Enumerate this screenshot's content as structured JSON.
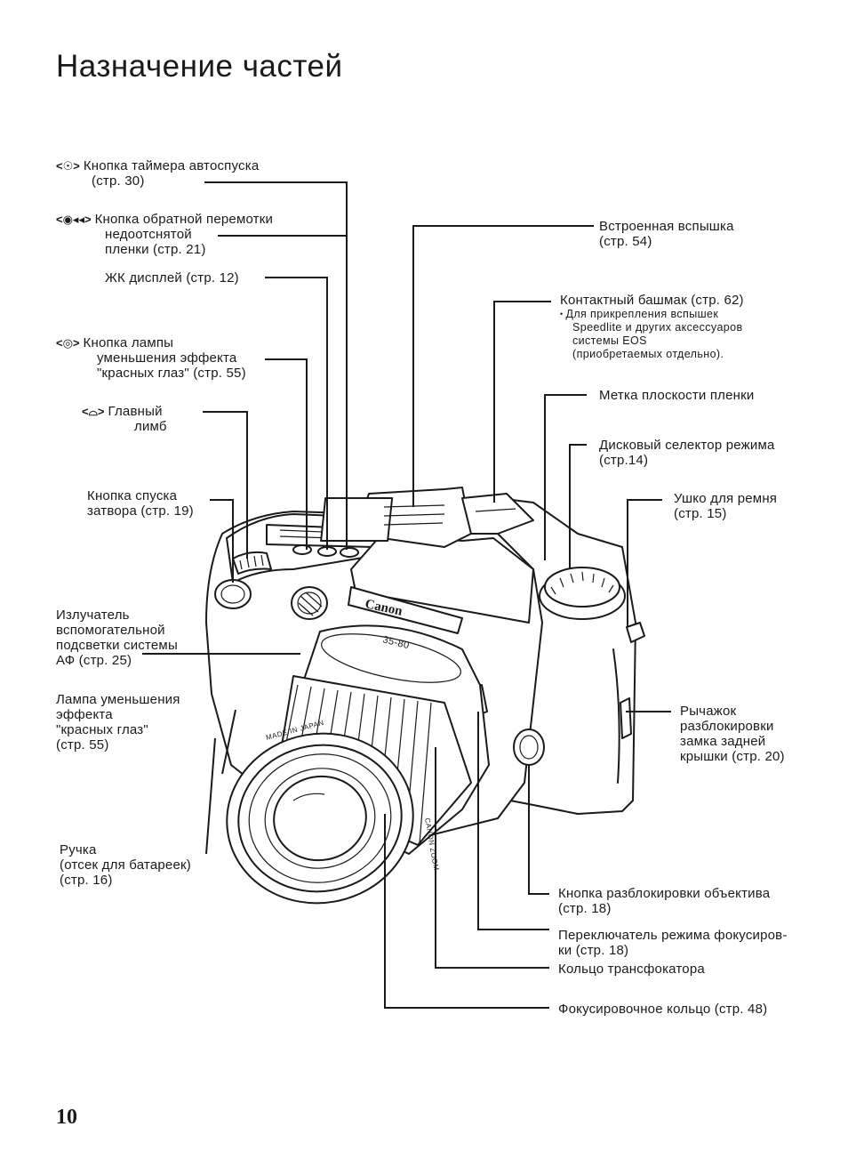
{
  "title": "Назначение частей",
  "page_number": "10",
  "labels": {
    "self_timer": {
      "icon": "<☉>",
      "line1": "Кнопка таймера автоспуска",
      "line2": "(стр. 30)"
    },
    "rewind": {
      "icon": "<◉◂◂>",
      "line1": "Кнопка обратной перемотки",
      "line2": "недоотснятой",
      "line3": "пленки (стр. 21)"
    },
    "lcd": {
      "line1": "ЖК дисплей (стр. 12)"
    },
    "red_eye_button": {
      "icon": "<◎>",
      "line1": "Кнопка лампы",
      "line2": "уменьшения эффекта",
      "line3": "\"красных глаз\" (стр. 55)"
    },
    "main_dial": {
      "icon": "<⌓>",
      "line1": "Главный",
      "line2": "лимб"
    },
    "shutter": {
      "line1": "Кнопка спуска",
      "line2": "затвора (стр. 19)"
    },
    "af_assist": {
      "line1": "Излучатель",
      "line2": "вспомогательной",
      "line3": "подсветки системы",
      "line4": "АФ (стр. 25)"
    },
    "red_eye_lamp": {
      "line1": "Лампа уменьшения",
      "line2": "эффекта",
      "line3": "\"красных глаз\"",
      "line4": "(стр. 55)"
    },
    "grip": {
      "line1": "Ручка",
      "line2": "(отсек для батареек)",
      "line3": "(стр. 16)"
    },
    "flash": {
      "line1": "Встроенная вспышка",
      "line2": "(стр. 54)"
    },
    "hot_shoe": {
      "line1": "Контактный башмак (стр. 62)",
      "note1": "Для прикрепления вспышек",
      "note2": "Speedlite и других аксессуаров",
      "note3": "системы EOS",
      "note4": "(приобретаемых отдельно)."
    },
    "film_plane": {
      "line1": "Метка плоскости пленки"
    },
    "mode_dial": {
      "line1": "Дисковый селектор режима",
      "line2": "(стр.14)"
    },
    "strap": {
      "line1": "Ушко для ремня",
      "line2": "(стр. 15)"
    },
    "back_cover": {
      "line1": "Рычажок",
      "line2": "разблокировки",
      "line3": "замка задней",
      "line4": "крышки (стр. 20)"
    },
    "lens_release": {
      "line1": "Кнопка разблокировки объектива",
      "line2": "(стр. 18)"
    },
    "focus_mode": {
      "line1": "Переключатель режима фокусиров-",
      "line2": "ки (стр. 18)"
    },
    "zoom_ring": {
      "line1": "Кольцо трансфокатора"
    },
    "focus_ring": {
      "line1": "Фокусировочное кольцо (стр. 48)"
    }
  },
  "camera": {
    "brand": "Canon",
    "lens_marking": "35-80",
    "lens_made": "MADE IN JAPAN",
    "lens_brand": "CANON ZOOM"
  }
}
